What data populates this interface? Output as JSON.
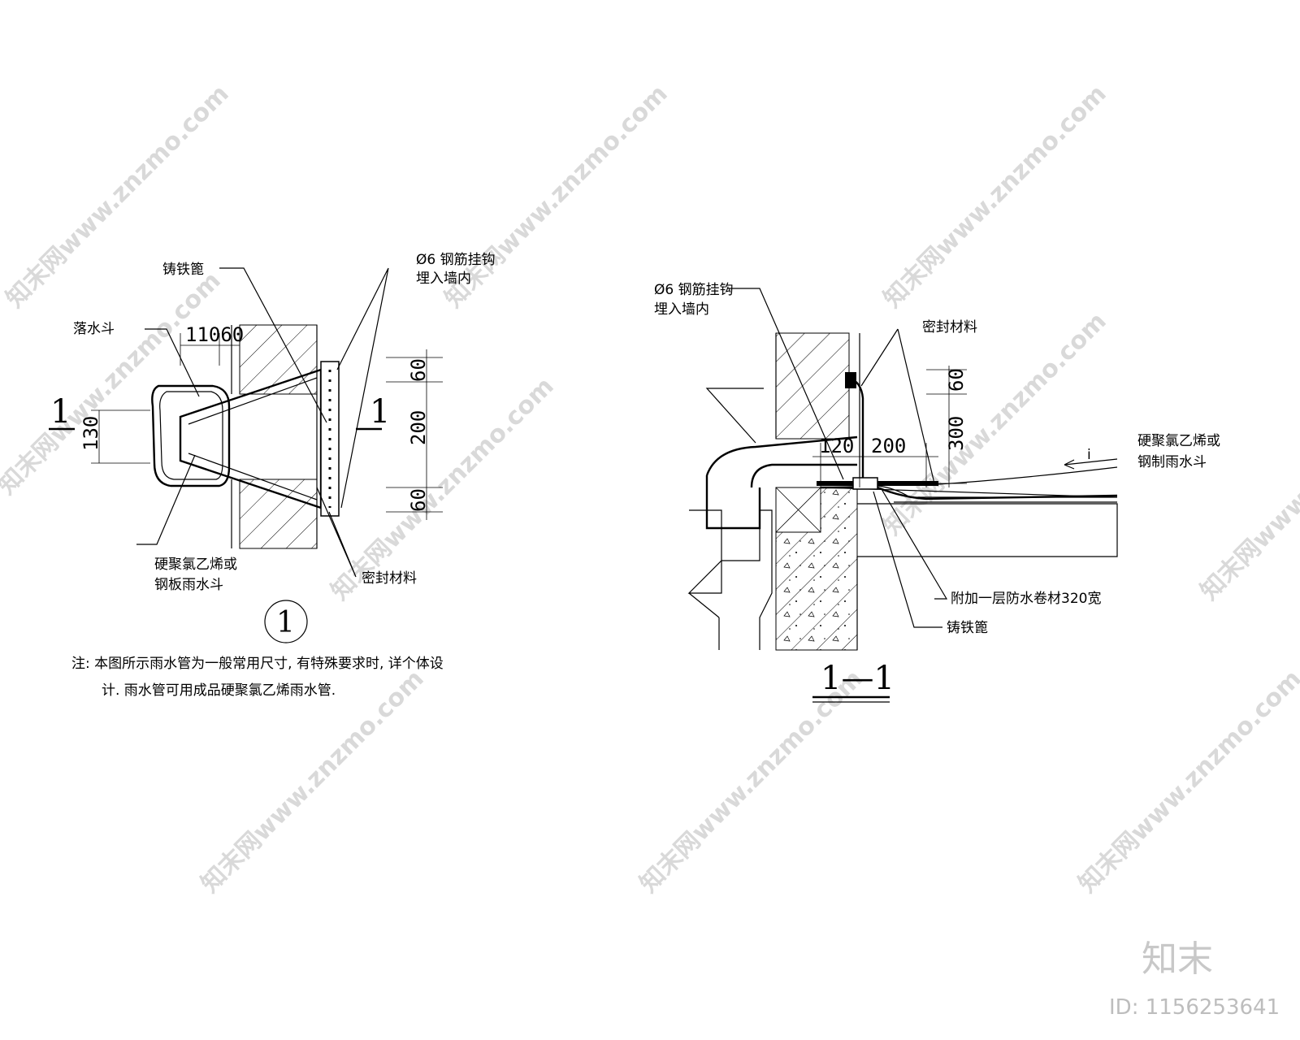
{
  "detail_1": {
    "label_cast_iron_grate": "铸铁篦",
    "label_hopper": "落水斗",
    "label_hook_line1": "Ø6 钢筋挂钩",
    "label_hook_line2": "埋入墙内",
    "label_pvc_line1": "硬聚氯乙烯或",
    "label_pvc_line2": "钢板雨水斗",
    "label_sealant": "密封材料",
    "dim_top": "11060",
    "dim_side": "130",
    "dim_60_top": "60",
    "dim_200": "200",
    "dim_60_bottom": "60",
    "section_mark_left": "1",
    "section_mark_right": "1",
    "detail_number": "1"
  },
  "note": {
    "line1": "注:   本图所示雨水管为一般常用尺寸, 有特殊要求时, 详个体设",
    "line2": "计. 雨水管可用成品硬聚氯乙烯雨水管."
  },
  "section_1_1": {
    "label_hook_line1": "Ø6 钢筋挂钩",
    "label_hook_line2": "埋入墙内",
    "label_sealant": "密封材料",
    "label_pvc_line1": "硬聚氯乙烯或",
    "label_pvc_line2": "钢制雨水斗",
    "label_membrane": "附加一层防水卷材320宽",
    "label_grate": "铸铁篦",
    "slope_mark": "i",
    "dim_60": "60",
    "dim_300": "300",
    "dim_120": "120",
    "dim_200": "200",
    "title": "1—1"
  },
  "watermark": {
    "text": "知末网www.znzmo.com",
    "brand": "知末",
    "id": "ID: 1156253641"
  }
}
